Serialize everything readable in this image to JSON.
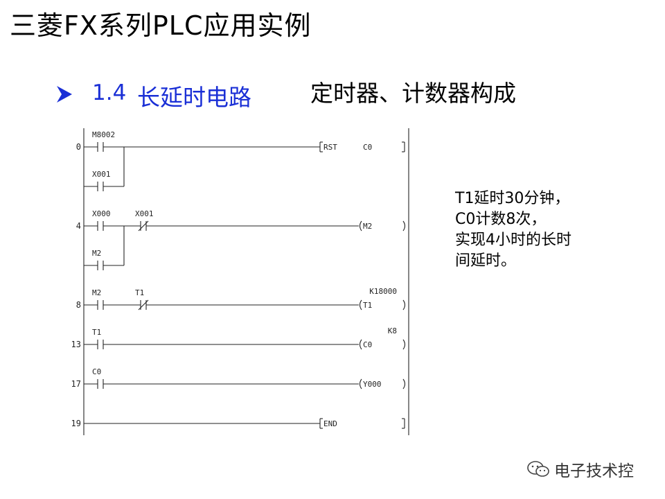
{
  "header": {
    "title": "三菱FX系列PLC应用实例"
  },
  "section": {
    "number": "1.4",
    "title": "长延时电路",
    "subtitle": "定时器、计数器构成"
  },
  "note": {
    "lines": [
      "T1延时30分钟，",
      "C0计数8次，",
      "实现4小时的长时",
      "间延时。"
    ]
  },
  "ladder": {
    "rungs": [
      {
        "step": "0",
        "contacts": [
          {
            "label": "M8002",
            "type": "NO"
          }
        ],
        "parallel": {
          "label": "X001",
          "type": "NO"
        },
        "instruction": "RST",
        "operand": "C0",
        "setting": ""
      },
      {
        "step": "4",
        "contacts": [
          {
            "label": "X000",
            "type": "NO"
          },
          {
            "label": "X001",
            "type": "NC"
          }
        ],
        "parallel": {
          "label": "M2",
          "type": "NO"
        },
        "instruction": "",
        "operand": "M2",
        "setting": ""
      },
      {
        "step": "8",
        "contacts": [
          {
            "label": "M2",
            "type": "NO"
          },
          {
            "label": "T1",
            "type": "NC"
          }
        ],
        "parallel": null,
        "instruction": "",
        "operand": "T1",
        "setting": "K18000"
      },
      {
        "step": "13",
        "contacts": [
          {
            "label": "T1",
            "type": "NO"
          }
        ],
        "parallel": null,
        "instruction": "",
        "operand": "C0",
        "setting": "K8"
      },
      {
        "step": "17",
        "contacts": [
          {
            "label": "C0",
            "type": "NO"
          }
        ],
        "parallel": null,
        "instruction": "",
        "operand": "Y000",
        "setting": ""
      },
      {
        "step": "19",
        "contacts": [],
        "parallel": null,
        "instruction": "END",
        "operand": "",
        "setting": ""
      }
    ]
  },
  "watermark": {
    "text": "电子技术控",
    "icon": "wechat-icon"
  }
}
